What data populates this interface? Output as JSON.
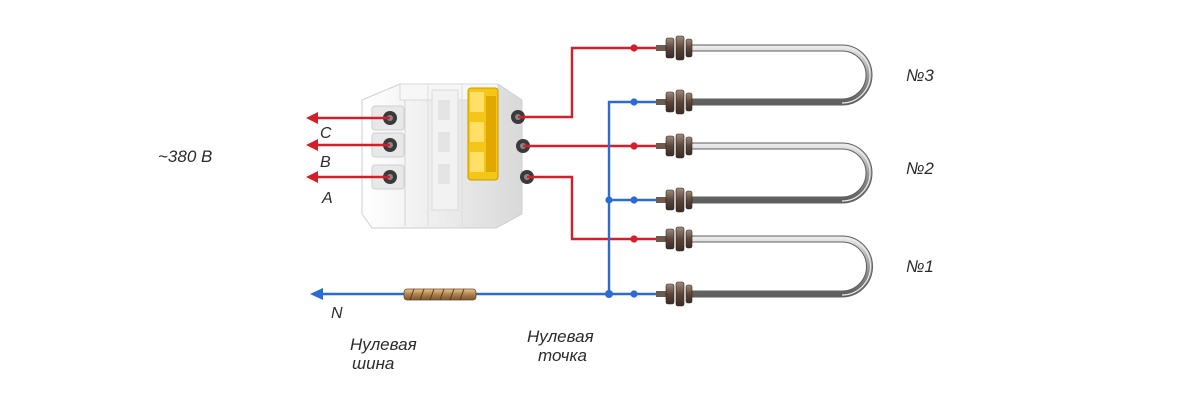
{
  "voltage_label": "~380 В",
  "phases": [
    "C",
    "B",
    "A"
  ],
  "neutral_label": "N",
  "neutral_bus_label": [
    "Нулевая",
    "шина"
  ],
  "neutral_point_label": [
    "Нулевая",
    "точка"
  ],
  "heaters": [
    "№3",
    "№2",
    "№1"
  ],
  "colors": {
    "phase_wire": "#d41f2a",
    "neutral_wire": "#2a6bd6",
    "breaker_body": "#f1f1f1",
    "breaker_handle": "#f5c518",
    "heater_tube": "#9a9a9a",
    "terminal": "#6e5a4e"
  },
  "icons": [
    "circuit-breaker-icon",
    "heating-element-icon",
    "neutral-bus-icon"
  ]
}
